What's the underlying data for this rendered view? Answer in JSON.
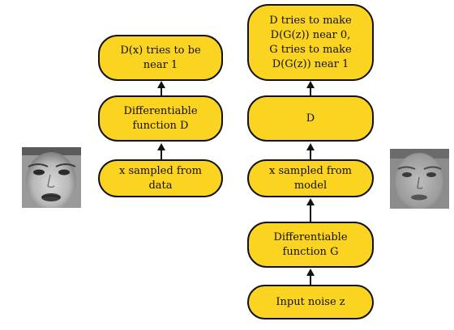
{
  "left_column": {
    "nodes": [
      {
        "lines": [
          "D(x) tries to be",
          "near 1"
        ]
      },
      {
        "lines": [
          "Differentiable",
          "function D"
        ]
      },
      {
        "lines": [
          "x sampled from",
          "data"
        ]
      }
    ]
  },
  "right_column": {
    "nodes": [
      {
        "lines": [
          "D tries to make",
          "D(G(z)) near 0,",
          "G tries to make",
          "D(G(z)) near 1"
        ]
      },
      {
        "lines": [
          "D"
        ]
      },
      {
        "lines": [
          "x sampled from",
          "model"
        ]
      },
      {
        "lines": [
          "Differentiable",
          "function G"
        ]
      },
      {
        "lines": [
          "Input noise z"
        ]
      }
    ]
  },
  "images": {
    "left": "real-face-photo",
    "right": "generated-face-photo"
  },
  "colors": {
    "node_fill": "#fbd321",
    "node_border": "#111111",
    "arrow": "#111111"
  }
}
